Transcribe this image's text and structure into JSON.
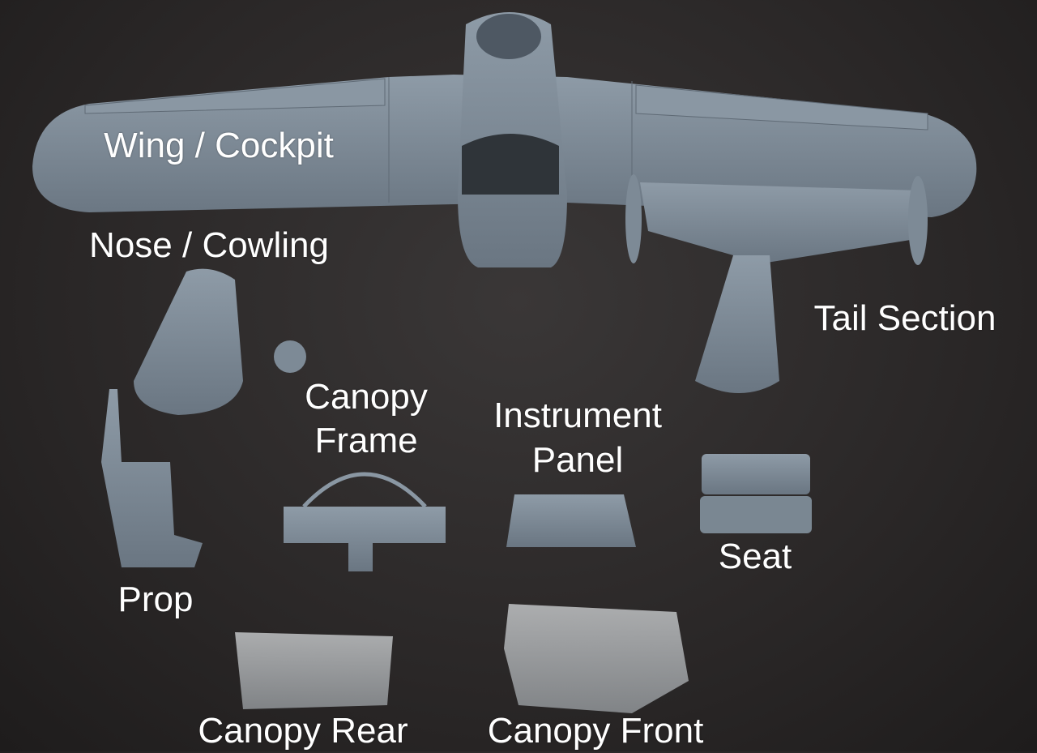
{
  "labels": {
    "wing_cockpit": "Wing / Cockpit",
    "nose_cowling": "Nose / Cowling",
    "tail_section": "Tail Section",
    "canopy_frame_1": "Canopy",
    "canopy_frame_2": "Frame",
    "instrument_panel_1": "Instrument",
    "instrument_panel_2": "Panel",
    "seat": "Seat",
    "prop": "Prop",
    "canopy_rear": "Canopy Rear",
    "canopy_front": "Canopy Front"
  },
  "colors": {
    "part_gray": "#7e8b97",
    "clear_resin": "#c9cdd0",
    "background": "#2c2929"
  }
}
